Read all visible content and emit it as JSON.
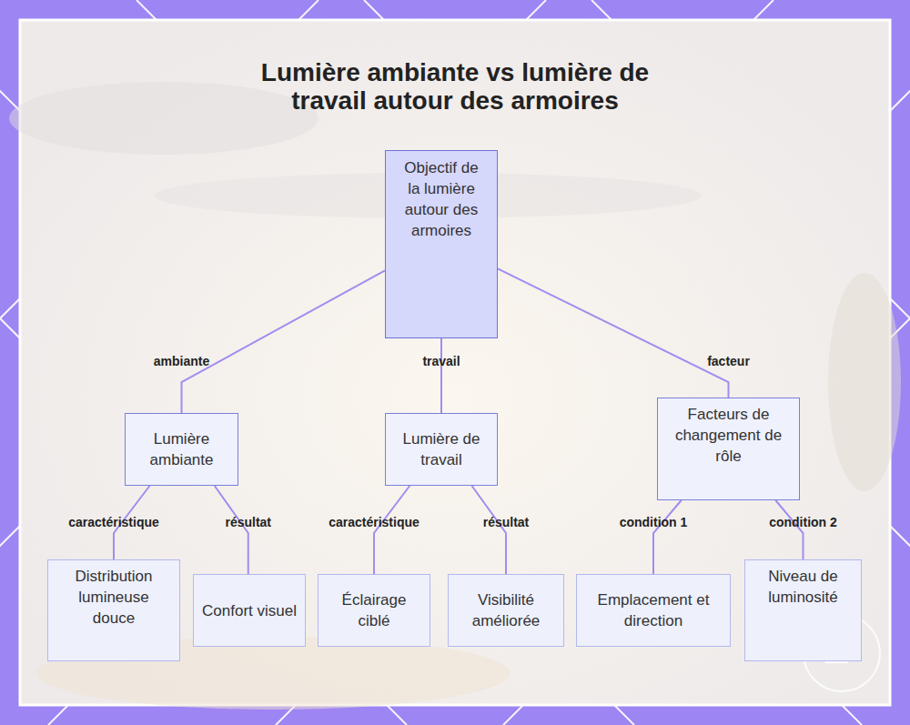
{
  "diagram": {
    "title": "Lumière ambiante vs lumière de travail autour des armoires",
    "nodes": [
      {
        "text": [
          "Objectif de la lumière autour des armoires"
        ]
      },
      {
        "text": [
          "Lumière ambiante"
        ]
      },
      {
        "text": [
          "Lumière de travail"
        ]
      },
      {
        "text": [
          "Facteurs de changement de rôle"
        ]
      },
      {
        "text": [
          "Distribution lumineuse douce"
        ]
      },
      {
        "text": [
          "Confort visuel"
        ]
      },
      {
        "text": [
          "Éclairage ciblé"
        ]
      },
      {
        "text": [
          "Visibilité améliorée"
        ]
      },
      {
        "text": [
          "Emplacement et direction"
        ]
      },
      {
        "text": [
          "Niveau de luminosité"
        ]
      }
    ],
    "edges": [
      {
        "from": 0,
        "to": 1,
        "label": "ambiante",
        "arrow": "none"
      },
      {
        "from": 0,
        "to": 2,
        "label": "travail",
        "arrow": "none"
      },
      {
        "from": 0,
        "to": 3,
        "label": "facteur",
        "arrow": "none"
      },
      {
        "from": 1,
        "to": 4,
        "label": "caractéristique",
        "arrow": "none"
      },
      {
        "from": 1,
        "to": 5,
        "label": "résultat",
        "arrow": "none"
      },
      {
        "from": 2,
        "to": 6,
        "label": "caractéristique",
        "arrow": "none"
      },
      {
        "from": 2,
        "to": 7,
        "label": "résultat",
        "arrow": "none"
      },
      {
        "from": 3,
        "to": 8,
        "label": "condition 1",
        "arrow": "none"
      },
      {
        "from": 3,
        "to": 9,
        "label": "condition 2",
        "arrow": "none"
      }
    ]
  }
}
